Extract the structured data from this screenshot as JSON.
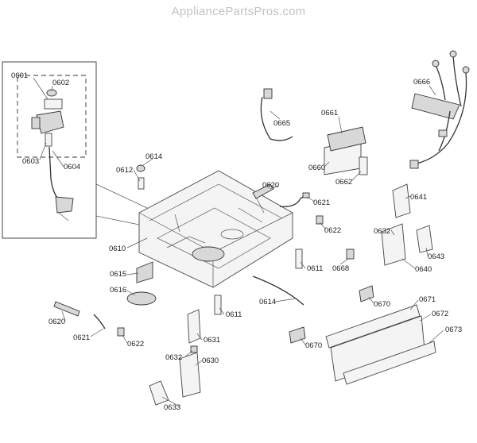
{
  "watermark": "AppliancePartsPros.com",
  "labels": {
    "p0601": "0601",
    "p0602": "0602",
    "p0603": "0603",
    "p0604": "0604",
    "p0610": "0610",
    "p0611a": "0611",
    "p0611b": "0611",
    "p0612": "0612",
    "p0614a": "0614",
    "p0614b": "0614",
    "p0615": "0615",
    "p0616": "0616",
    "p0620a": "0620",
    "p0620b": "0620",
    "p0621a": "0621",
    "p0621b": "0621",
    "p0622a": "0622",
    "p0622b": "0622",
    "p0630": "0630",
    "p0631": "0631",
    "p0632a": "0632",
    "p0632b": "0632",
    "p0633": "0633",
    "p0640": "0640",
    "p0641": "0641",
    "p0643": "0643",
    "p0660": "0660",
    "p0661": "0661",
    "p0662": "0662",
    "p0665": "0665",
    "p0666": "0666",
    "p0668": "0668",
    "p0670a": "0670",
    "p0670b": "0670",
    "p0671": "0671",
    "p0672": "0672",
    "p0673": "0673"
  }
}
